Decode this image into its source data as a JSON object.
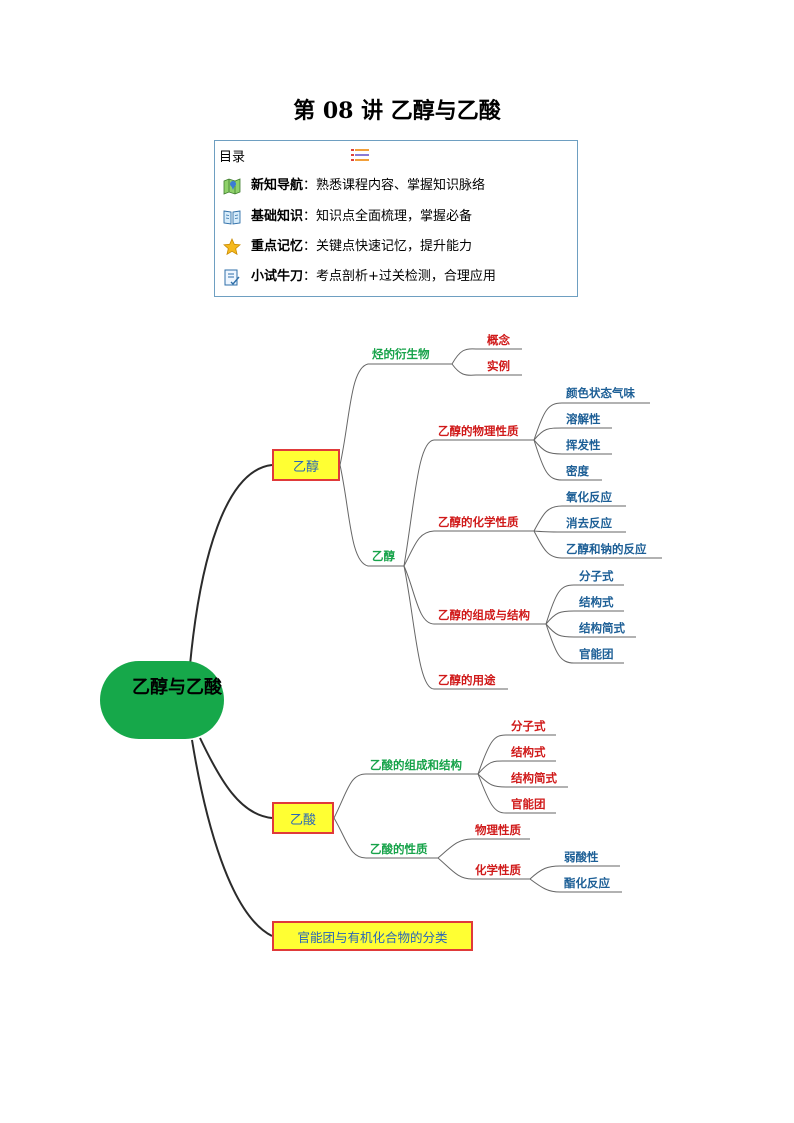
{
  "document": {
    "title": "第 08 讲  乙醇与乙酸"
  },
  "toc": {
    "heading": "目录",
    "items": [
      {
        "label": "新知导航",
        "text": "：熟悉课程内容、掌握知识脉络",
        "icon": "map-icon"
      },
      {
        "label": "基础知识",
        "text": "：知识点全面梳理，掌握必备",
        "icon": "book-icon"
      },
      {
        "label": "重点记忆",
        "text": "：关键点快速记忆，提升能力",
        "icon": "star-icon"
      },
      {
        "label": "小试牛刀",
        "text": "：考点剖析+过关检测，合理应用",
        "icon": "checklist-icon"
      }
    ]
  },
  "mindmap": {
    "root": "乙醇与乙酸",
    "ethanol": {
      "label": "乙醇",
      "derivatives": {
        "label": "烃的衍生物",
        "children": [
          "概念",
          "实例"
        ]
      },
      "sub": {
        "label": "乙醇",
        "physical": {
          "label": "乙醇的物理性质",
          "children": [
            "颜色状态气味",
            "溶解性",
            "挥发性",
            "密度"
          ]
        },
        "chemical": {
          "label": "乙醇的化学性质",
          "children": [
            "氧化反应",
            "消去反应",
            "乙醇和钠的反应"
          ]
        },
        "structure": {
          "label": "乙醇的组成与结构",
          "children": [
            "分子式",
            "结构式",
            "结构简式",
            "官能团"
          ]
        },
        "uses": {
          "label": "乙醇的用途"
        }
      }
    },
    "acetic": {
      "label": "乙酸",
      "structure": {
        "label": "乙酸的组成和结构",
        "children": [
          "分子式",
          "结构式",
          "结构简式",
          "官能团"
        ]
      },
      "properties": {
        "label": "乙酸的性质",
        "physical": "物理性质",
        "chemical": {
          "label": "化学性质",
          "children": [
            "弱酸性",
            "酯化反应"
          ]
        }
      }
    },
    "classification": "官能团与有机化合物的分类"
  }
}
